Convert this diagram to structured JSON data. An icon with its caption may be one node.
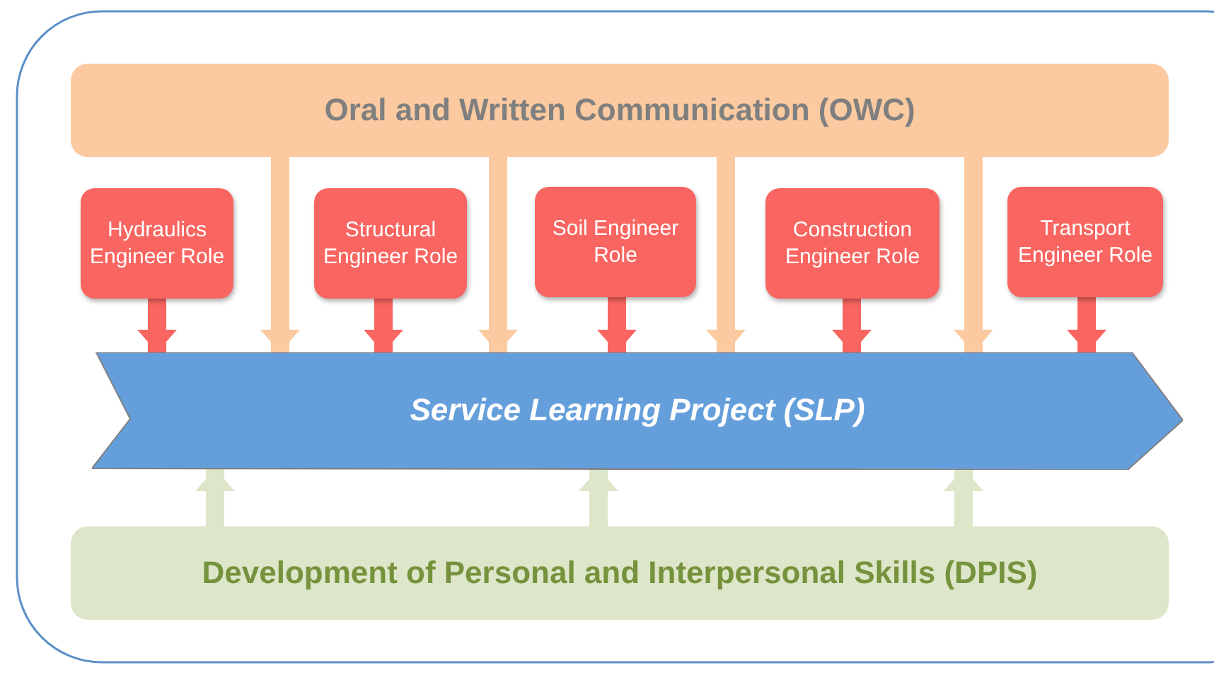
{
  "diagram": {
    "nodes": [
      {
        "text": [
          "Oral and Written Communication (OWC)"
        ]
      },
      {
        "text": [
          "Hydraulics Engineer Role"
        ]
      },
      {
        "text": [
          "Structural Engineer Role"
        ]
      },
      {
        "text": [
          "Soil Engineer Role"
        ]
      },
      {
        "text": [
          "Construction Engineer Role"
        ]
      },
      {
        "text": [
          "Transport Engineer Role"
        ]
      },
      {
        "text": [
          "Service Learning Project (SLP)"
        ]
      },
      {
        "text": [
          "Development of Personal and Interpersonal Skills (DPIS)"
        ]
      }
    ],
    "edges": [
      {
        "from": 1,
        "to": 6,
        "arrow": "to"
      },
      {
        "from": 0,
        "to": 6,
        "arrow": "to",
        "color": "#fbcaa0"
      },
      {
        "from": 2,
        "to": 6,
        "arrow": "to"
      },
      {
        "from": 0,
        "to": 6,
        "arrow": "to",
        "color": "#fbcaa0"
      },
      {
        "from": 3,
        "to": 6,
        "arrow": "to"
      },
      {
        "from": 0,
        "to": 6,
        "arrow": "to",
        "color": "#fbcaa0"
      },
      {
        "from": 4,
        "to": 6,
        "arrow": "to"
      },
      {
        "from": 0,
        "to": 6,
        "arrow": "to",
        "color": "#fbcaa0"
      },
      {
        "from": 5,
        "to": 6,
        "arrow": "to"
      },
      {
        "from": 7,
        "to": 6,
        "arrow": "to",
        "color": "#dde6c9"
      },
      {
        "from": 7,
        "to": 6,
        "arrow": "to",
        "color": "#dde6c9"
      },
      {
        "from": 7,
        "to": 6,
        "arrow": "to",
        "color": "#dde6c9"
      }
    ]
  }
}
